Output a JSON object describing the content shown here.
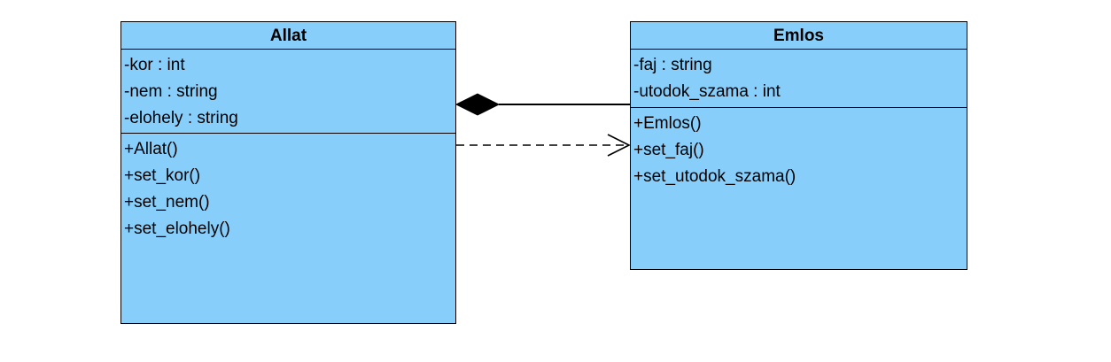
{
  "diagram": {
    "classes": [
      {
        "name": "Allat",
        "attributes": [
          "-kor : int",
          "-nem : string",
          "-elohely : string"
        ],
        "operations": [
          "+Allat()",
          "+set_kor()",
          "+set_nem()",
          "+set_elohely()"
        ]
      },
      {
        "name": "Emlos",
        "attributes": [
          "-faj : string",
          "-utodok_szama : int"
        ],
        "operations": [
          "+Emlos()",
          "+set_faj()",
          "+set_utodok_szama()"
        ]
      }
    ],
    "relations": [
      {
        "type": "composition",
        "whole": "Allat",
        "part": "Emlos"
      },
      {
        "type": "dependency",
        "from": "Allat",
        "to": "Emlos"
      }
    ],
    "colors": {
      "class_fill": "#87cefa",
      "line": "#000000"
    }
  }
}
